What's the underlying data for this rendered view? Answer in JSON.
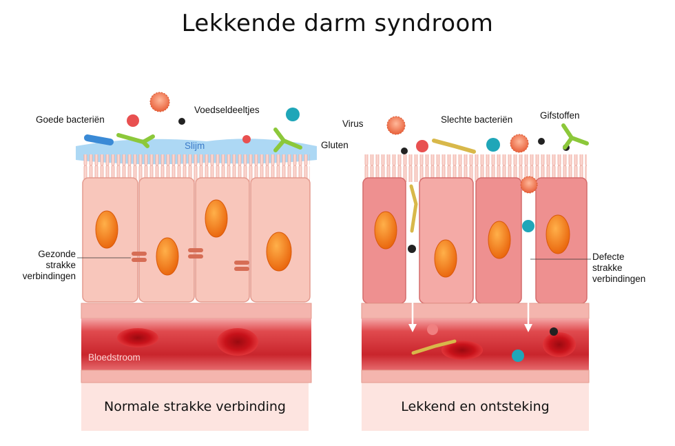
{
  "title": "Lekkende darm syndroom",
  "left_panel": {
    "caption": "Normale strakke verbinding",
    "labels": {
      "good_bacteria": "Goede bacteriën",
      "food_particles": "Voedseldeeltjes",
      "mucus": "Slijm",
      "tight_junctions_line1": "Gezonde",
      "tight_junctions_line2": "strakke",
      "tight_junctions_line3": "verbindingen",
      "bloodstream": "Bloedstroom"
    }
  },
  "right_panel": {
    "caption": "Lekkend en ontsteking",
    "labels": {
      "virus": "Virus",
      "bad_bacteria": "Slechte bacteriën",
      "toxins": "Gifstoffen",
      "gluten": "Gluten",
      "defect_line1": "Defecte",
      "defect_line2": "strakke",
      "defect_line3": "verbindingen"
    }
  },
  "colors": {
    "healthy_cell": "#f7c3b8",
    "inflamed_cell": "#ee8d8d",
    "nucleus": "#f37a12",
    "mucus": "#8ec9ef",
    "blood_vessel": "#d8363c",
    "red_blood_cell": "#c8121a",
    "caption_box": "#fde4e0"
  }
}
